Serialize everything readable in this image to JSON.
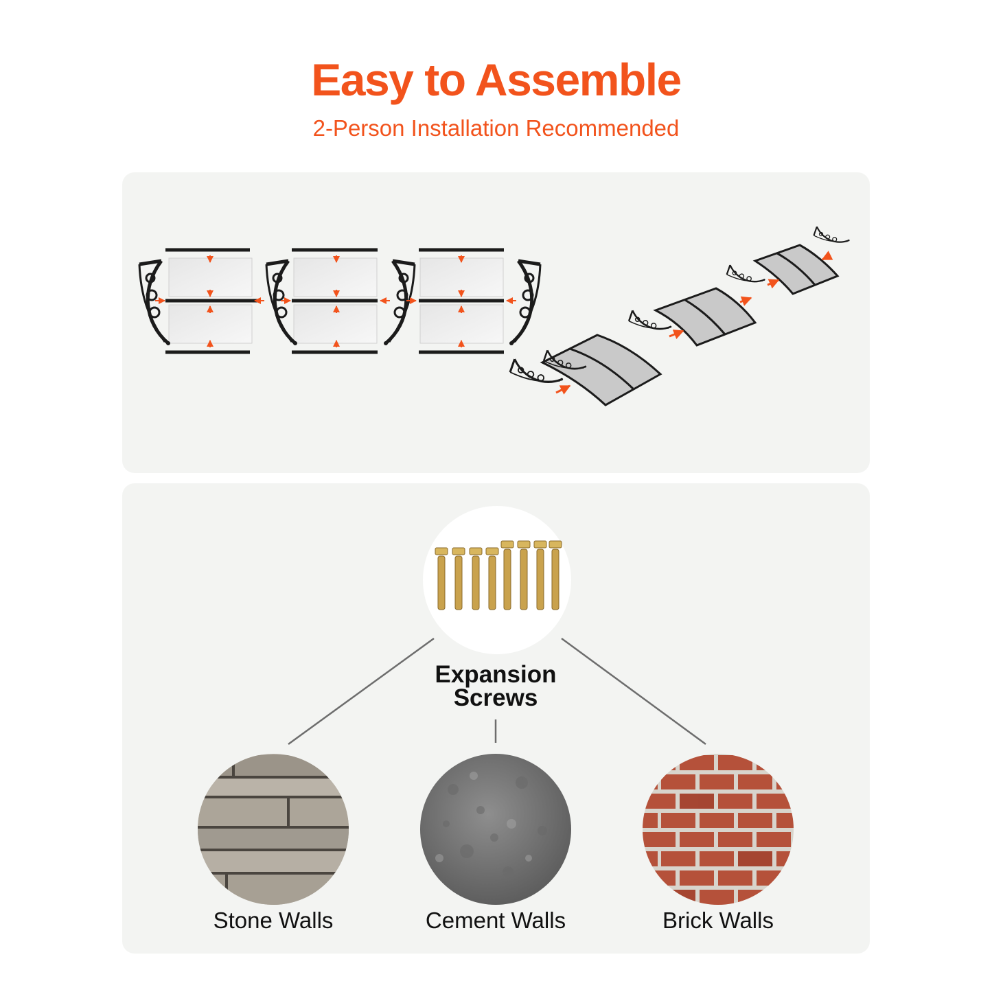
{
  "header": {
    "title": "Easy to Assemble",
    "subtitle": "2-Person Installation Recommended"
  },
  "colors": {
    "accent": "#f2531c",
    "panel_bg": "#f3f4f2",
    "frame": "#1b1b1b"
  },
  "assembly": {
    "illustration": "canopy-assembly-diagram"
  },
  "fasteners": {
    "label_line1": "Expansion",
    "label_line2": "Screws",
    "icon": "expansion-screws-icon"
  },
  "walls": [
    {
      "label": "Stone Walls",
      "icon": "stone-wall-icon"
    },
    {
      "label": "Cement Walls",
      "icon": "cement-wall-icon"
    },
    {
      "label": "Brick Walls",
      "icon": "brick-wall-icon"
    }
  ]
}
